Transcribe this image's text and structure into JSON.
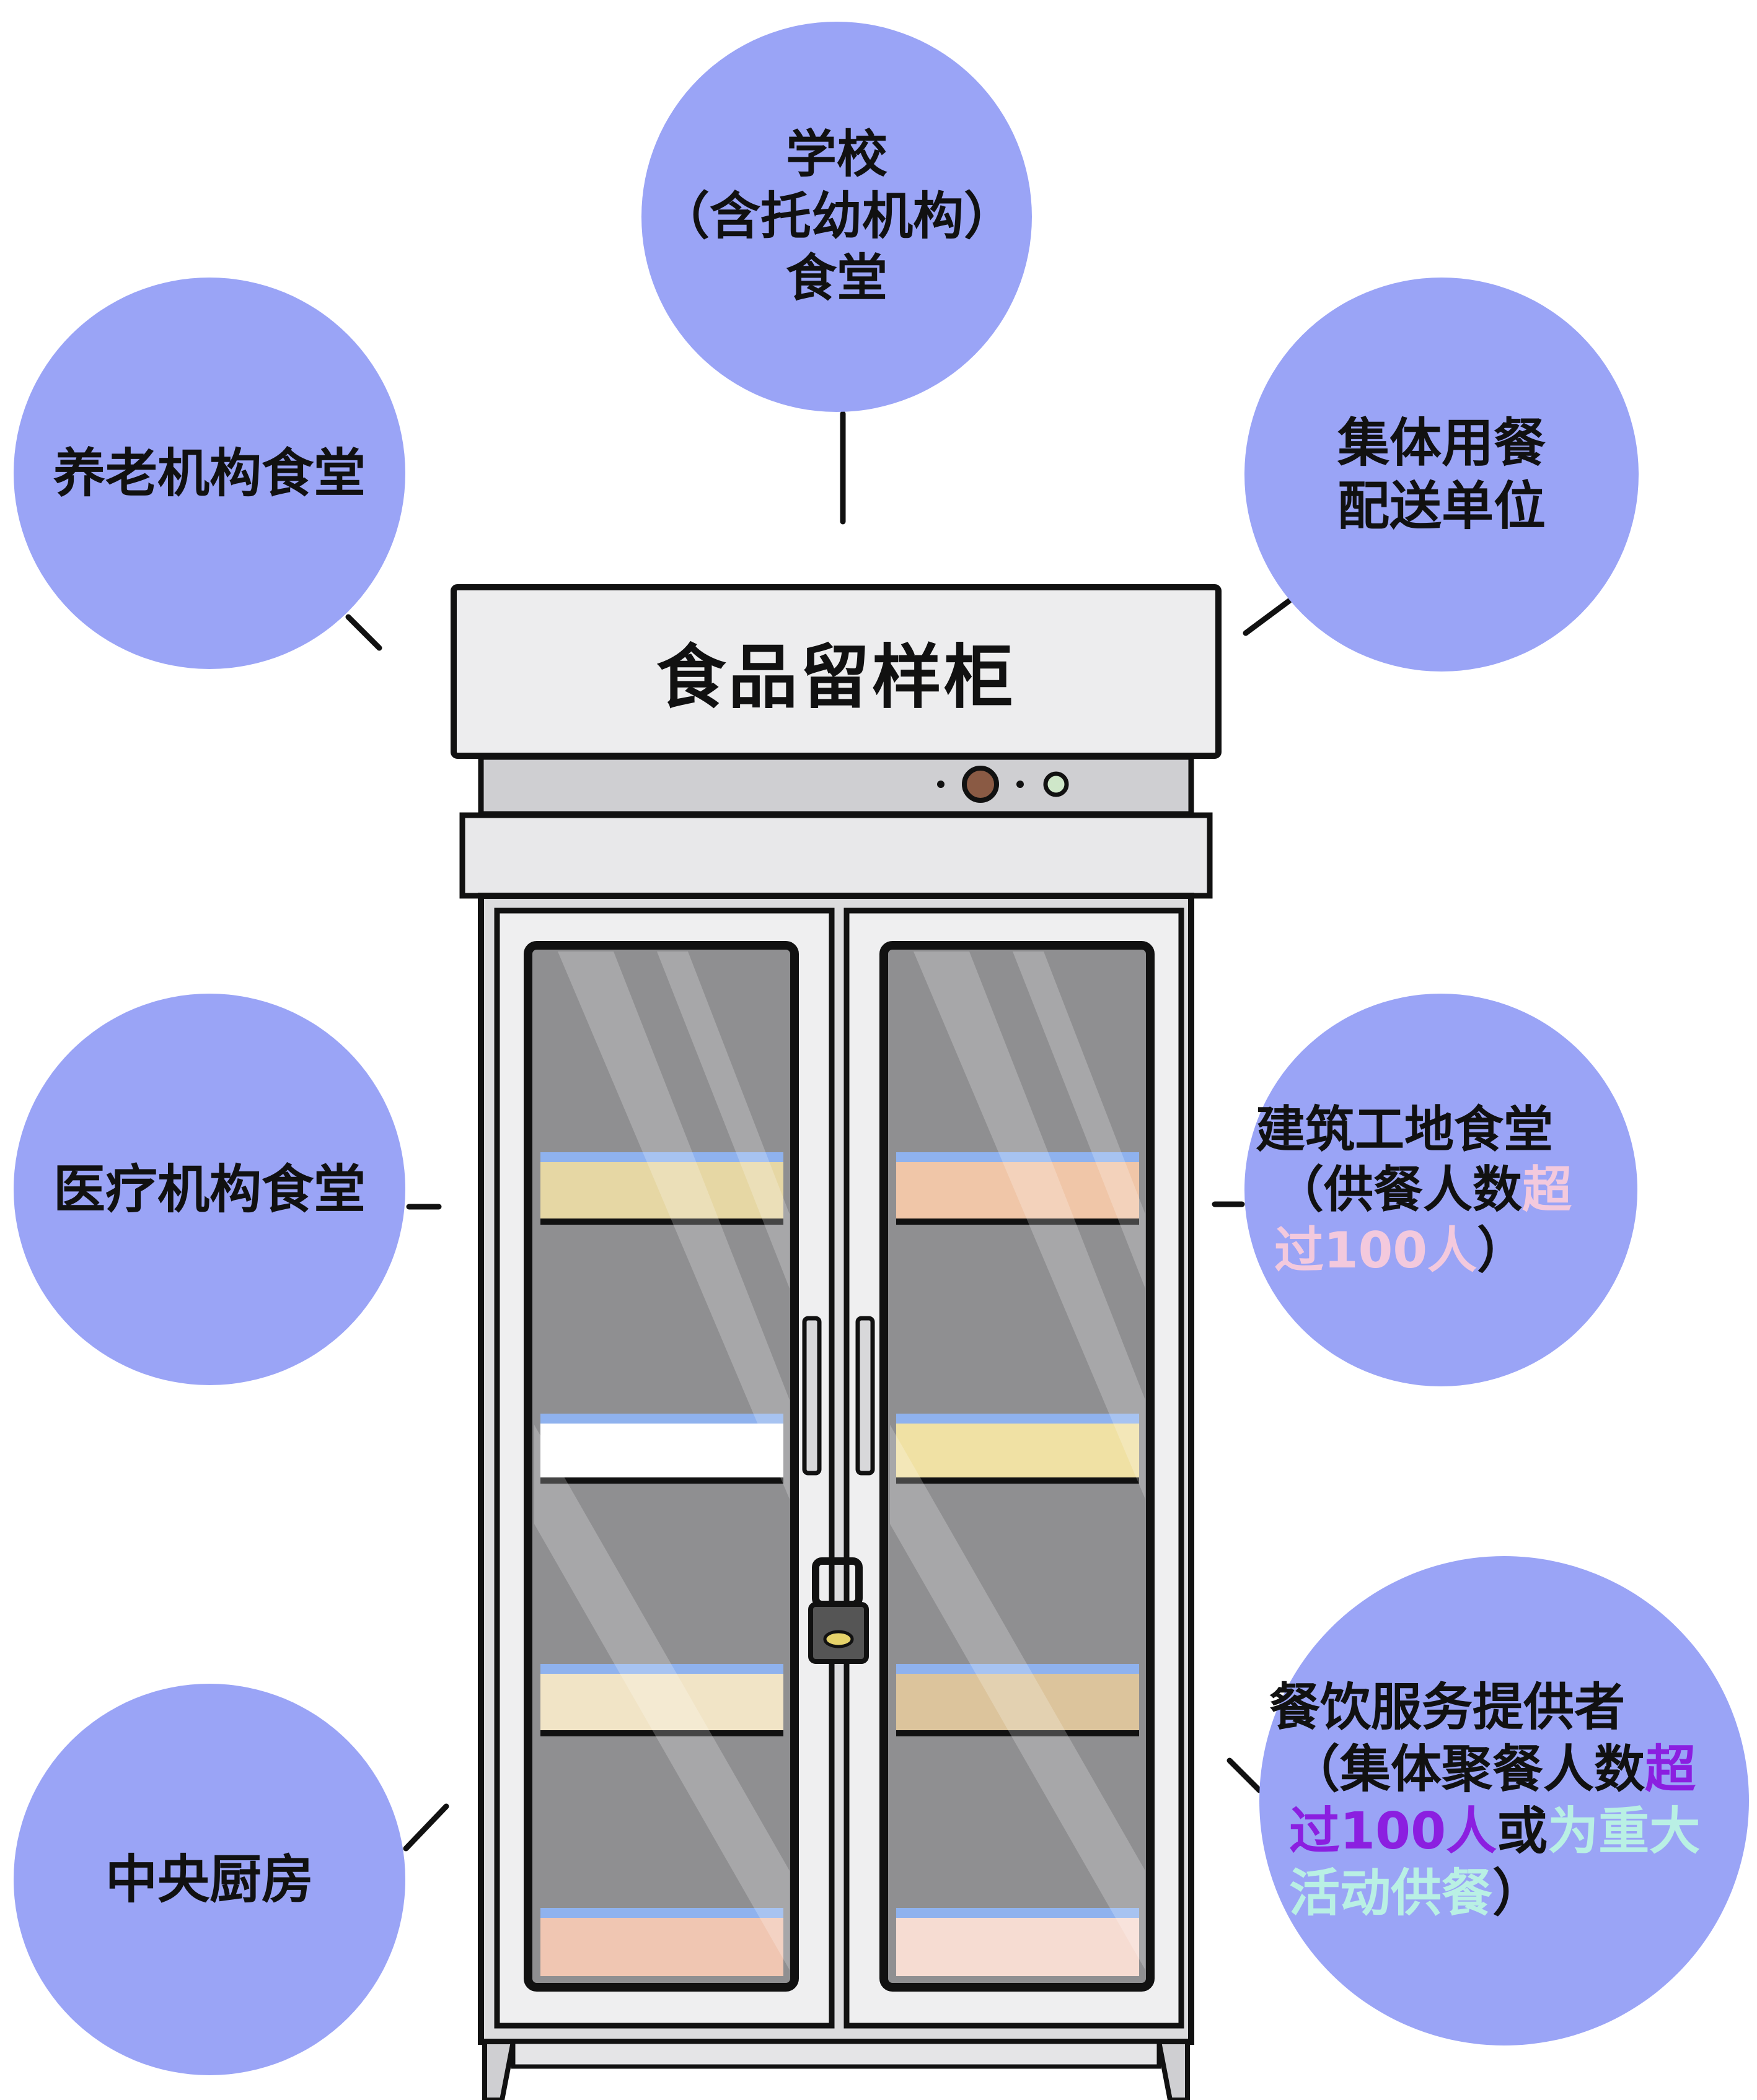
{
  "diagram": {
    "cabinet_label": "食品留样柜",
    "nodes": {
      "school": {
        "lines": [
          "学校",
          "（含托幼机构）",
          "食堂"
        ]
      },
      "elderly": {
        "lines": [
          "养老机构食堂"
        ]
      },
      "group_meal": {
        "lines": [
          "集体用餐",
          "配送单位"
        ]
      },
      "medical": {
        "lines": [
          "医疗机构食堂"
        ]
      },
      "construction": {
        "line1": "建筑工地食堂",
        "line2_prefix": "（供餐人数",
        "line2_highlight": "超",
        "line3_highlight": "过100人",
        "line3_suffix": "）"
      },
      "central_kitchen": {
        "lines": [
          "中央厨房"
        ]
      },
      "catering": {
        "line1": "餐饮服务提供者",
        "line2_prefix": "（集体聚餐人数",
        "line2_highlight": "超",
        "line3_highlight_a": "过100人",
        "line3_mid": "或",
        "line3_highlight_b": "为重大",
        "line4_highlight": "活动供餐",
        "line4_suffix": "）"
      }
    },
    "colors": {
      "bubble": "#9aa4f6",
      "highlight_pink": "#f3c9dd",
      "highlight_purple": "#8b1fe0",
      "highlight_mint": "#b9f0e4",
      "cabinet_frame": "#e8e8ea",
      "glass": "#8e8e8e"
    }
  }
}
